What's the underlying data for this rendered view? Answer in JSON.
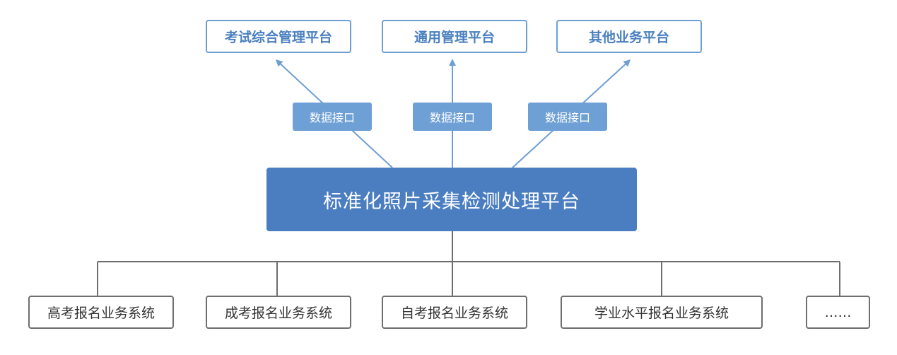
{
  "top_platforms": [
    "考试综合管理平台",
    "通用管理平台",
    "其他业务平台"
  ],
  "interface_label": "数据接口",
  "main_platform": "标准化照片采集检测处理平台",
  "business_systems": [
    "高考报名业务系统",
    "成考报名业务系统",
    "自考报名业务系统",
    "学业水平报名业务系统",
    "……"
  ],
  "colors": {
    "line_blue": "#6e9fd3",
    "main_fill": "#4a7ec0",
    "interface_fill": "#6ea0d6",
    "top_text": "#4a80c0",
    "line_gray": "#6e6e6e"
  }
}
